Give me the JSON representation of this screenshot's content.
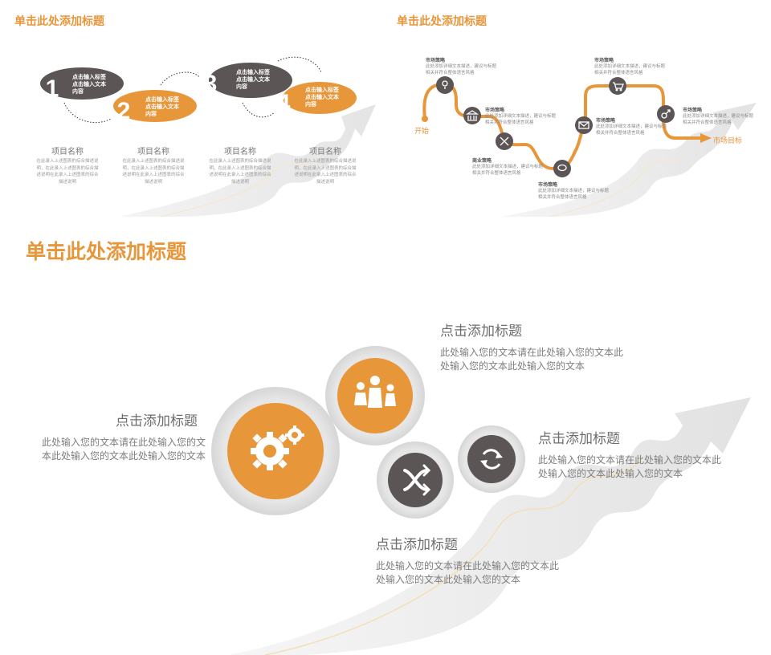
{
  "slide1": {
    "title": "单击此处添加标题",
    "steps": [
      {
        "number": "1",
        "pill_line1": "点击输入标签",
        "pill_line2": "点击输入文本",
        "pill_line3": "内容",
        "name": "项目名称",
        "desc": "在此录入上述图表的综合描述说明，在此录入上述图表的综合描述说明在此录入上述图表的综合描述说明"
      },
      {
        "number": "2",
        "pill_line1": "点击输入标签",
        "pill_line2": "点击输入文本",
        "pill_line3": "内容",
        "name": "项目名称",
        "desc": "在此录入上述图表的综合描述说明，在此录入上述图表的综合描述说明在此录入上述图表的综合描述说明"
      },
      {
        "number": "3",
        "pill_line1": "点击输入标签",
        "pill_line2": "点击输入文本",
        "pill_line3": "内容",
        "name": "项目名称",
        "desc": "在此录入上述图表的综合描述说明，在此录入上述图表的综合描述说明在此录入上述图表的综合描述说明"
      },
      {
        "number": "4",
        "pill_line1": "点击输入标签",
        "pill_line2": "点击输入文本",
        "pill_line3": "内容",
        "name": "项目名称",
        "desc": "在此录入上述图表的综合描述说明，在此录入上述图表的综合描述说明在此录入上述图表的综合描述说明"
      }
    ]
  },
  "slide2": {
    "title": "单击此处添加标题",
    "start_label": "开始",
    "end_label": "市场目标",
    "nodes": [
      {
        "icon": "location-pin-icon",
        "title": "市场策略",
        "desc": "此处添加详细文本描述，建议与标题相关并符合整体语言风格"
      },
      {
        "icon": "bank-icon",
        "title": "市场策略",
        "desc": "此处添加详细文本描述，建议与标题相关并符合整体语言风格"
      },
      {
        "icon": "tools-icon",
        "title": "商业策略",
        "desc": "此处添加详细文本描述，建议与标题相关并符合整体语言风格"
      },
      {
        "icon": "chat-bubble-icon",
        "title": "市场策略",
        "desc": "此处添加详细文本描述，建议与标题相关并符合整体语言风格"
      },
      {
        "icon": "mail-icon",
        "title": "市场策略",
        "desc": "此处添加详细文本描述，建议与标题相关并符合整体语言风格"
      },
      {
        "icon": "cart-icon",
        "title": "市场策略",
        "desc": "此处添加详细文本描述，建议与标题相关并符合整体语言风格"
      },
      {
        "icon": "gender-icon",
        "title": "市场策略",
        "desc": "此处添加详细文本描述，建议与标题相关并符合整体语言风格"
      }
    ]
  },
  "slide3": {
    "title": "单击此处添加标题",
    "items": [
      {
        "icon": "gears-icon",
        "heading": "点击添加标题",
        "line1": "此处输入您的文本请在此处输入您的文",
        "line2": "本此处输入您的文本此处输入您的文本"
      },
      {
        "icon": "family-icon",
        "heading": "点击添加标题",
        "line1": "此处输入您的文本请在此处输入您的文本此",
        "line2": "处输入您的文本此处输入您的文本"
      },
      {
        "icon": "refresh-icon",
        "heading": "点击添加标题",
        "line1": "此处输入您的文本请在此处输入您的文本此",
        "line2": "处输入您的文本此处输入您的文本"
      },
      {
        "icon": "shuffle-icon",
        "heading": "点击添加标题",
        "line1": "此处输入您的文本请在此处输入您的文本此",
        "line2": "处输入您的文本此处输入您的文本"
      }
    ]
  },
  "colors": {
    "accent": "#e8963a",
    "dark": "#5b5556",
    "road": "#e6e6e6"
  }
}
